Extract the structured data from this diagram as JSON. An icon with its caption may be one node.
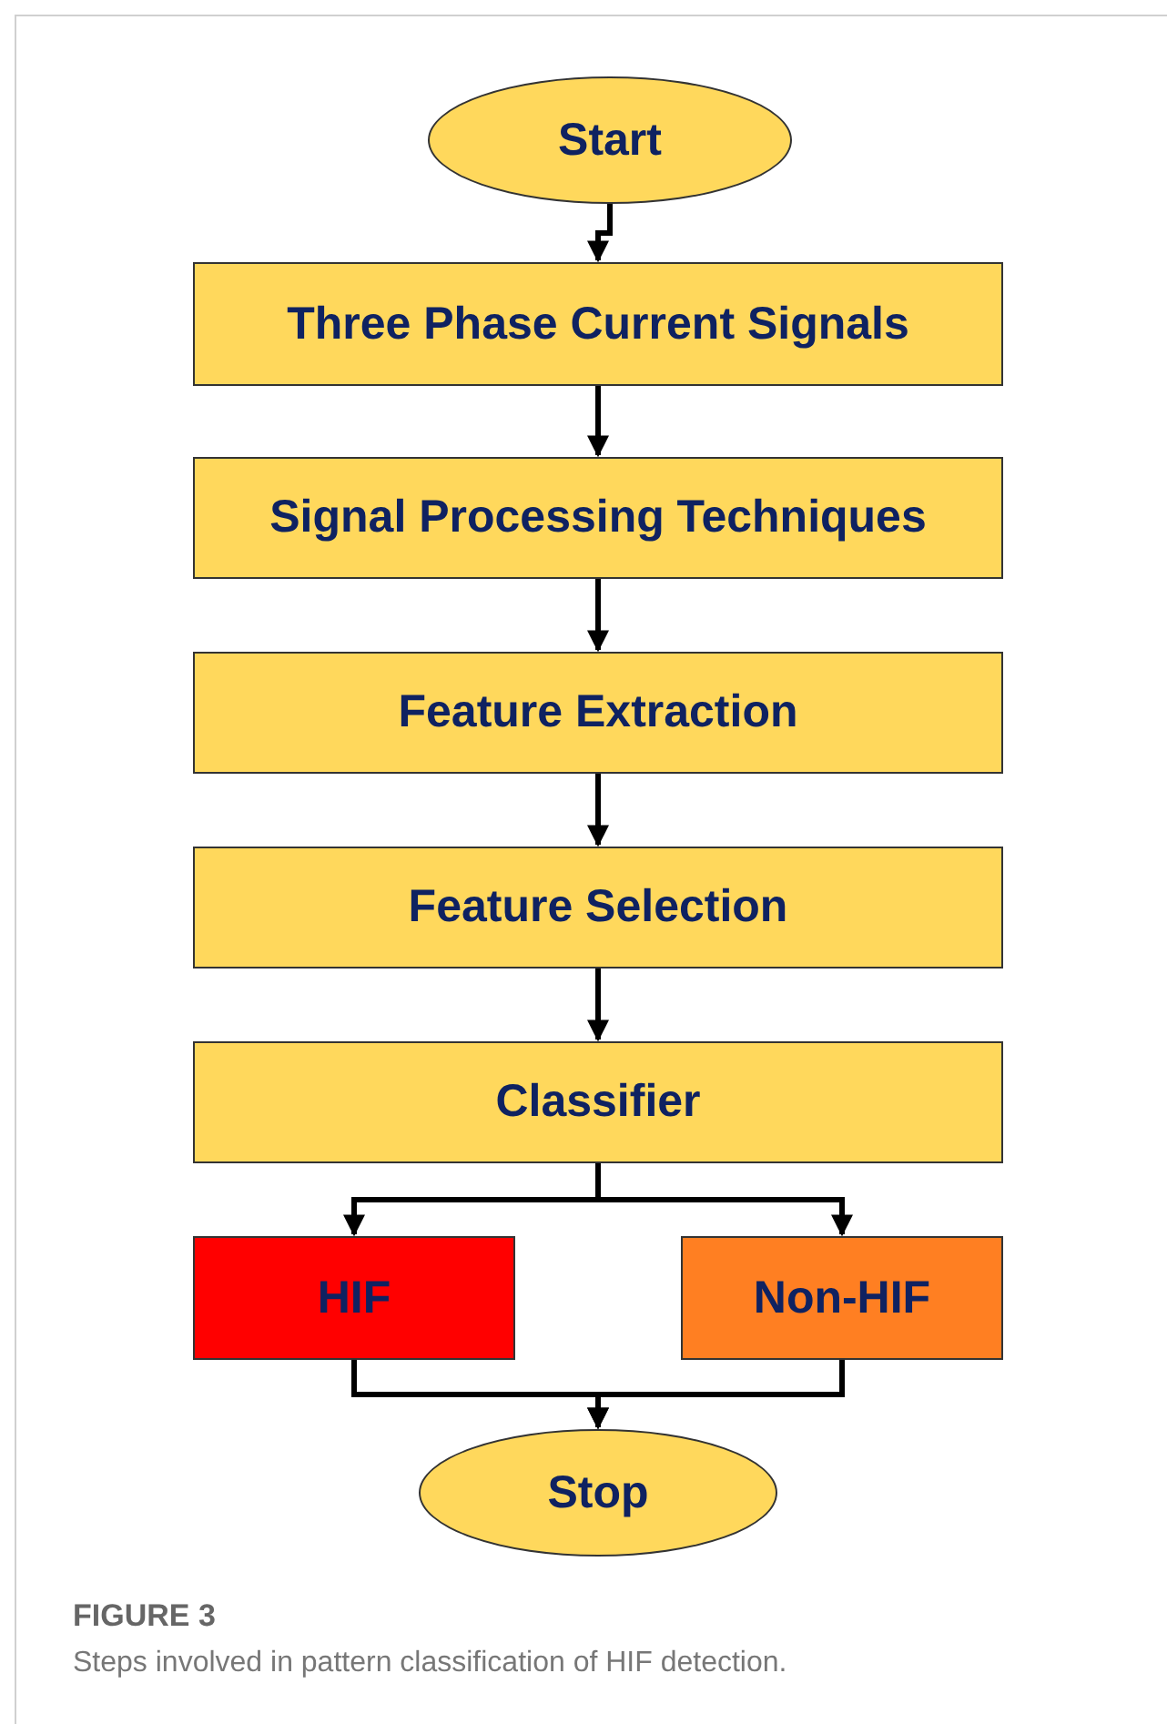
{
  "diagram": {
    "title": "FIGURE 3",
    "caption": "Steps involved in pattern classification of HIF detection.",
    "nodes": [
      {
        "text": [
          "Start"
        ]
      },
      {
        "text": [
          "Three Phase Current Signals"
        ]
      },
      {
        "text": [
          "Signal Processing Techniques"
        ]
      },
      {
        "text": [
          "Feature Extraction"
        ]
      },
      {
        "text": [
          "Feature Selection"
        ]
      },
      {
        "text": [
          "Classifier"
        ]
      },
      {
        "text": [
          "HIF"
        ]
      },
      {
        "text": [
          "Non-HIF"
        ]
      },
      {
        "text": [
          "Stop"
        ]
      }
    ],
    "edges": [
      {
        "from": 0,
        "to": 1,
        "arrow": "to"
      },
      {
        "from": 1,
        "to": 2,
        "arrow": "to"
      },
      {
        "from": 2,
        "to": 3,
        "arrow": "to"
      },
      {
        "from": 3,
        "to": 4,
        "arrow": "to"
      },
      {
        "from": 4,
        "to": 5,
        "arrow": "to"
      },
      {
        "from": 5,
        "to": 6,
        "arrow": "to"
      },
      {
        "from": 5,
        "to": 7,
        "arrow": "to"
      },
      {
        "from": 6,
        "to": 8,
        "arrow": "to"
      },
      {
        "from": 7,
        "to": 8,
        "arrow": "to"
      }
    ]
  }
}
